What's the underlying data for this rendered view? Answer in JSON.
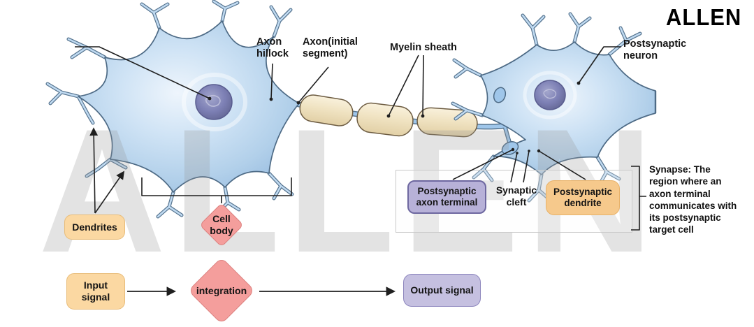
{
  "brand": {
    "logo": "ALLEN",
    "watermark": "ALLEN"
  },
  "labels": {
    "axon_hillock": "Axon\nhillock",
    "axon_initial_segment": "Axon(initial\nsegment)",
    "myelin_sheath": "Myelin sheath",
    "postsynaptic_neuron": "Postsynaptic\nneuron",
    "dendrites": "Dendrites",
    "cell_body": "Cell\nbody"
  },
  "synapse_panel": {
    "axon_terminal": "Postsynaptic\naxon terminal",
    "cleft": "Synaptic\ncleft",
    "dendrite": "Postsynaptic\ndendrite",
    "note": "Synapse: The\nregion where an\naxon terminal\ncommunicates with\nits postsynaptic\ntarget cell"
  },
  "flow": {
    "input": "Input\nsignal",
    "integration": "integration",
    "output": "Output signal"
  },
  "colors": {
    "neuron_fill": "#cfe3f5",
    "neuron_stroke": "#4d6a85",
    "nucleus": "#7d80b5",
    "myelin_fill": "#f0e3c2",
    "myelin_stroke": "#6d5c42",
    "orange_fill": "#fbd8a2",
    "orange_border": "#e8bc79",
    "red_fill": "#f49e9c",
    "purple_fill": "#b7b1d8",
    "purple_border": "#6e68a0",
    "lavender_fill": "#c5c0e0",
    "panel_border": "#c9c9c9",
    "line_color": "#1f1f1f"
  }
}
